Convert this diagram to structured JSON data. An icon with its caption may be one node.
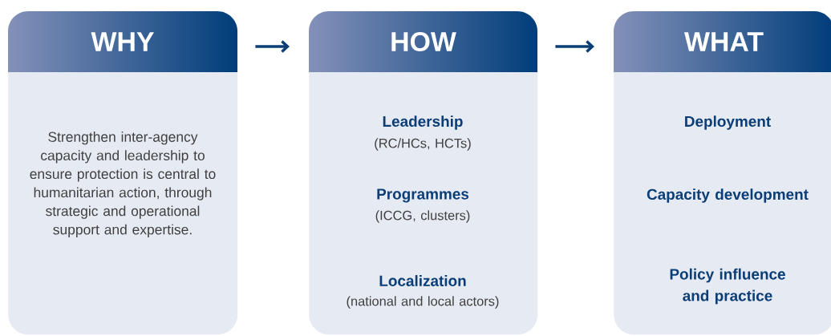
{
  "diagram": {
    "nodes": [
      {
        "text": [
          "WHY",
          "Strengthen inter-agency capacity and leadership to ensure protection is central to humanitarian action, through strategic and operational support and expertise."
        ]
      },
      {
        "text": [
          "HOW",
          "Leadership",
          "(RC/HCs, HCTs)",
          "Programmes",
          "(ICCG, clusters)",
          "Localization",
          "(national and local actors)"
        ]
      },
      {
        "text": [
          "WHAT",
          "Deployment",
          "Capacity development",
          "Policy influence and practice"
        ]
      }
    ],
    "edges": [
      {
        "from": 0,
        "to": 1,
        "arrow": "to"
      },
      {
        "from": 1,
        "to": 2,
        "arrow": "to"
      }
    ]
  }
}
